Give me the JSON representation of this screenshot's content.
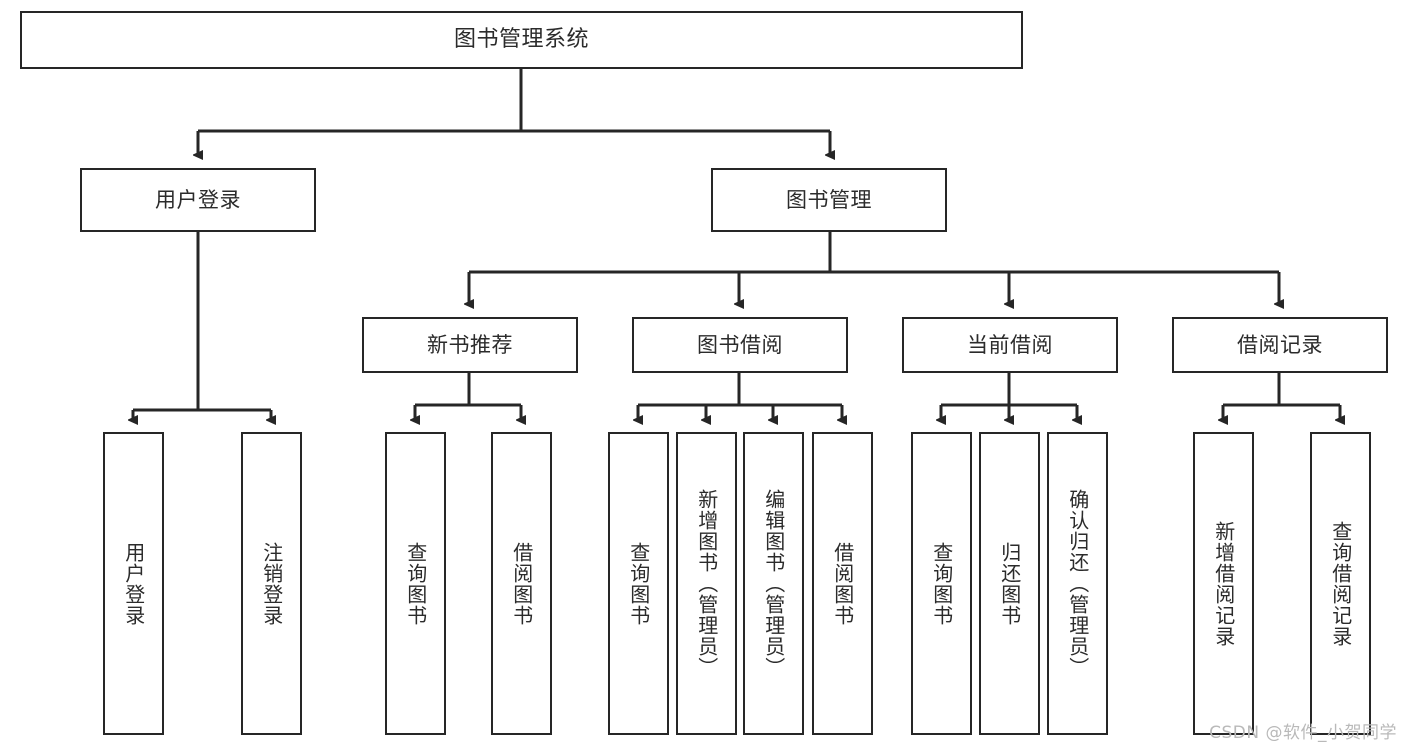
{
  "diagram": {
    "title": "图书管理系统",
    "type": "tree-hierarchy-chart",
    "watermark": "CSDN @软件_小贺同学",
    "colors": {
      "stroke": "#262626",
      "box_fill": "#ffffff",
      "text": "#2b2b2b",
      "background": "#ffffff",
      "watermark": "#b9b9b9"
    },
    "nodes": {
      "root": {
        "label": "图书管理系统"
      },
      "level2": [
        {
          "id": "user-login",
          "label": "用户登录"
        },
        {
          "id": "book-manage",
          "label": "图书管理"
        }
      ],
      "level3": [
        {
          "id": "new-book-recommend",
          "label": "新书推荐"
        },
        {
          "id": "book-borrow",
          "label": "图书借阅"
        },
        {
          "id": "current-borrow",
          "label": "当前借阅"
        },
        {
          "id": "borrow-record",
          "label": "借阅记录"
        }
      ],
      "leaves": {
        "user-login": [
          {
            "id": "leaf-user-login",
            "label": "用户登录"
          },
          {
            "id": "leaf-user-logout",
            "label": "注销登录"
          }
        ],
        "new-book-recommend": [
          {
            "id": "leaf-query-book-1",
            "label": "查询图书"
          },
          {
            "id": "leaf-borrow-book-1",
            "label": "借阅图书"
          }
        ],
        "book-borrow": [
          {
            "id": "leaf-query-book-2",
            "label": "查询图书"
          },
          {
            "id": "leaf-add-book",
            "label": "新增图书（管理员）"
          },
          {
            "id": "leaf-edit-book",
            "label": "编辑图书（管理员）"
          },
          {
            "id": "leaf-borrow-book-2",
            "label": "借阅图书"
          }
        ],
        "current-borrow": [
          {
            "id": "leaf-query-book-3",
            "label": "查询图书"
          },
          {
            "id": "leaf-return-book",
            "label": "归还图书"
          },
          {
            "id": "leaf-confirm-return",
            "label": "确认归还（管理员）"
          }
        ],
        "borrow-record": [
          {
            "id": "leaf-add-record",
            "label": "新增借阅记录"
          },
          {
            "id": "leaf-query-record",
            "label": "查询借阅记录"
          }
        ]
      }
    }
  }
}
